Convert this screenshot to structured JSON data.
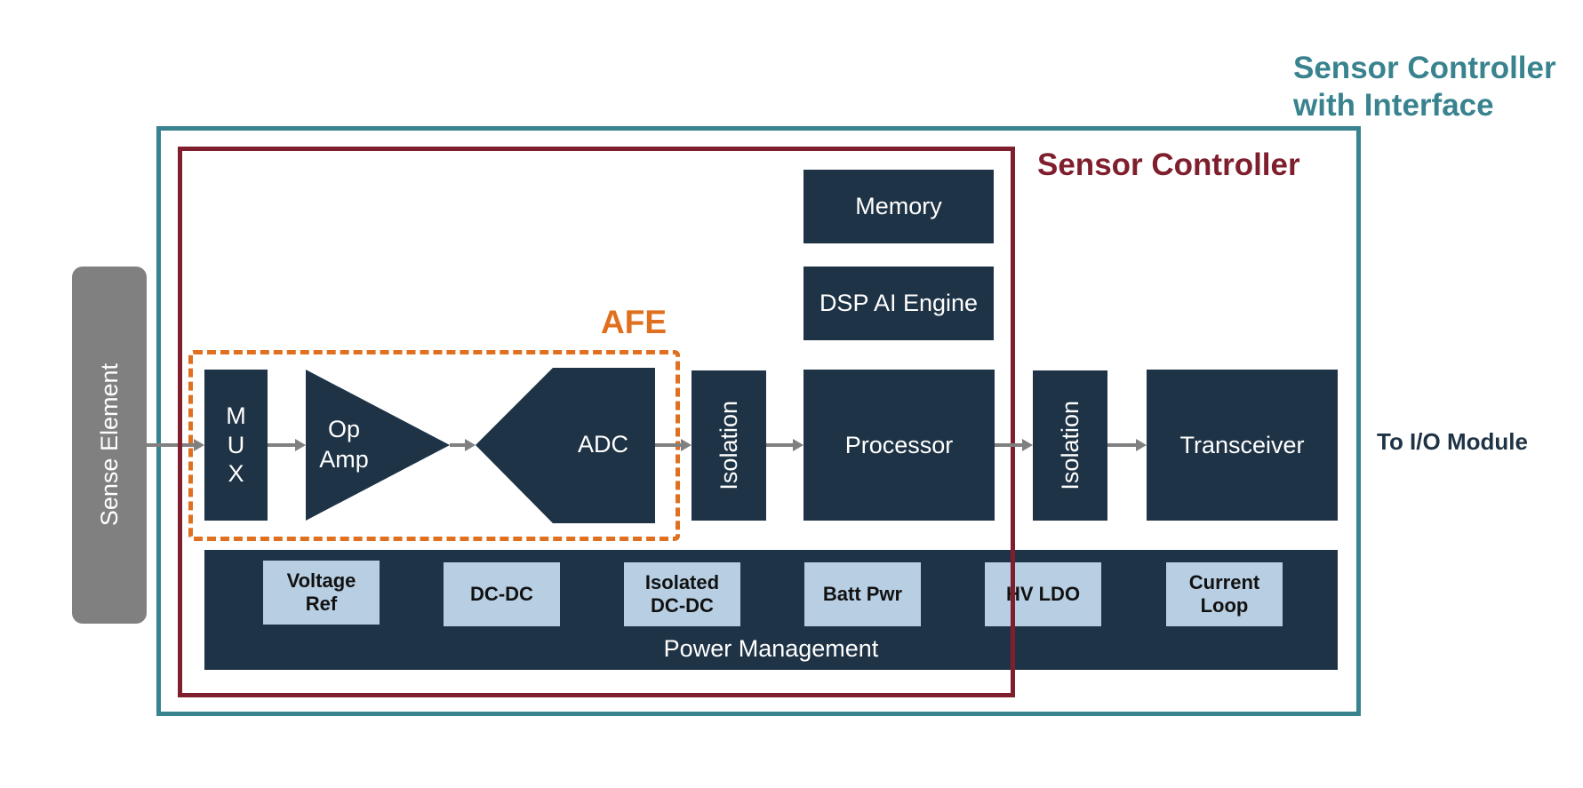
{
  "titles": {
    "interface_title": "Sensor Controller\nwith Interface",
    "controller_title": "Sensor Controller",
    "afe_label": "AFE",
    "output_label": "To I/O Module"
  },
  "colors": {
    "block": "#1f3346",
    "power_item": "#b7cee3",
    "teal": "#39838f",
    "maroon": "#7f1f2e",
    "orange": "#e07020",
    "sense": "#808080",
    "arrow": "#808080"
  },
  "sense_element": "Sense Element",
  "signal_chain": {
    "mux": "M\nU\nX",
    "op_amp": "Op\nAmp",
    "adc": "ADC",
    "isolation_1": "Isolation",
    "processor": "Processor",
    "isolation_2": "Isolation",
    "transceiver": "Transceiver"
  },
  "upper_blocks": {
    "memory": "Memory",
    "dsp": "DSP AI Engine"
  },
  "power": {
    "label": "Power Management",
    "items": [
      {
        "label": "Voltage\nRef"
      },
      {
        "label": "DC-DC"
      },
      {
        "label": "Isolated\nDC-DC"
      },
      {
        "label": "Batt Pwr"
      },
      {
        "label": "HV LDO"
      },
      {
        "label": "Current\nLoop"
      }
    ]
  }
}
